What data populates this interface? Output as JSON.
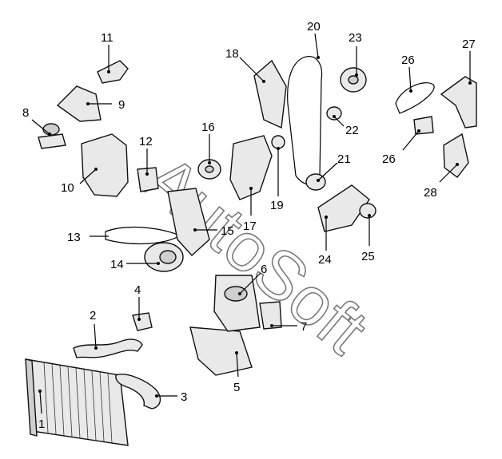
{
  "diagram": {
    "watermark": "AutoSoft",
    "callouts": [
      "1",
      "2",
      "3",
      "4",
      "5",
      "6",
      "7",
      "8",
      "9",
      "10",
      "11",
      "12",
      "13",
      "14",
      "15",
      "16",
      "17",
      "18",
      "19",
      "20",
      "21",
      "22",
      "23",
      "24",
      "25",
      "26",
      "26",
      "27",
      "28"
    ]
  }
}
